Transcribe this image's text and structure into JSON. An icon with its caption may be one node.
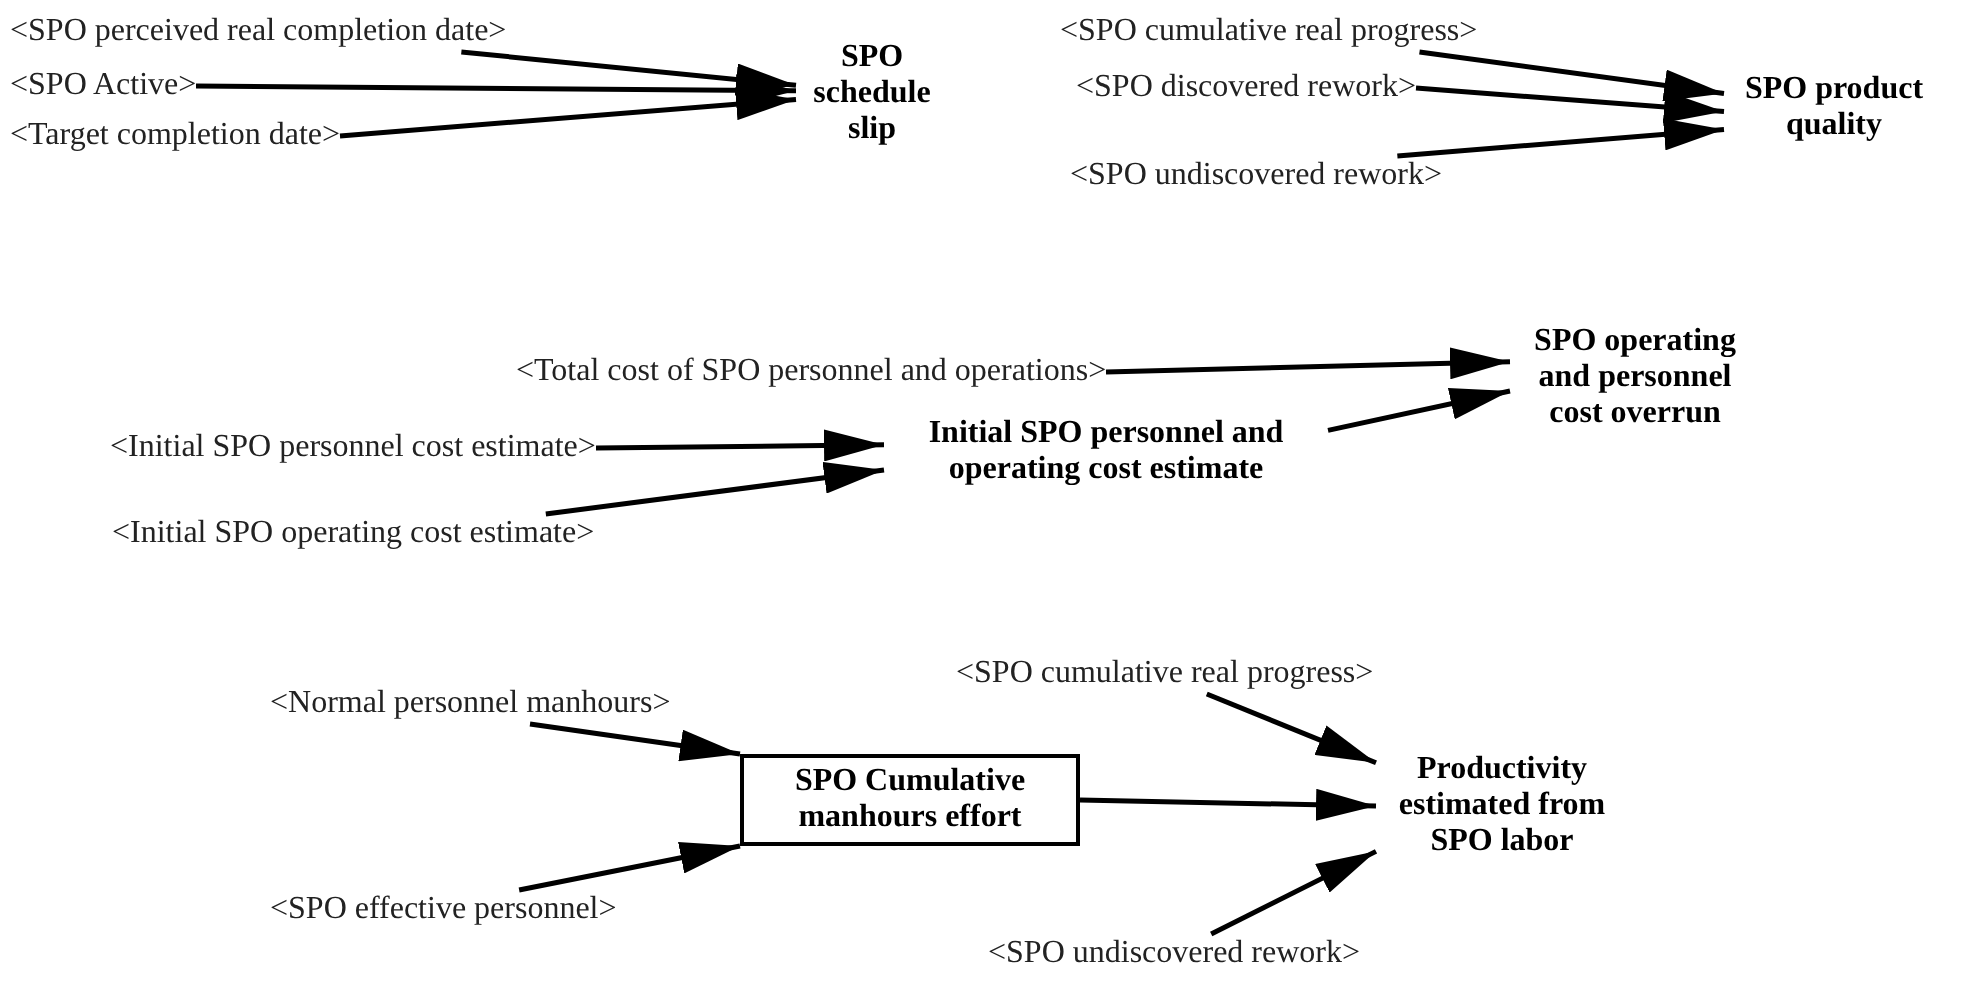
{
  "diagram": {
    "nodes": [
      {
        "text": [
          "<SPO perceived real completion date>"
        ]
      },
      {
        "text": [
          "<SPO Active>"
        ]
      },
      {
        "text": [
          "<Target completion date>"
        ]
      },
      {
        "text": [
          "SPO schedule slip"
        ]
      },
      {
        "text": [
          "<SPO cumulative real progress>"
        ]
      },
      {
        "text": [
          "<SPO discovered rework>"
        ]
      },
      {
        "text": [
          "<SPO undiscovered rework>"
        ]
      },
      {
        "text": [
          "SPO product quality"
        ]
      },
      {
        "text": [
          "<Total cost of SPO personnel and operations>"
        ]
      },
      {
        "text": [
          "<Initial SPO personnel cost estimate>"
        ]
      },
      {
        "text": [
          "<Initial SPO operating cost estimate>"
        ]
      },
      {
        "text": [
          "Initial SPO personnel and operating cost estimate"
        ]
      },
      {
        "text": [
          "SPO operating and personnel cost overrun"
        ]
      },
      {
        "text": [
          "<Normal personnel manhours>"
        ]
      },
      {
        "text": [
          "<SPO effective personnel>"
        ]
      },
      {
        "text": [
          "SPO Cumulative manhours effort"
        ]
      },
      {
        "text": [
          "<SPO cumulative real progress>"
        ]
      },
      {
        "text": [
          "Productivity estimated from SPO labor"
        ]
      },
      {
        "text": [
          "<SPO undiscovered rework>"
        ]
      }
    ],
    "edges": [
      {
        "from": 0,
        "to": 3,
        "arrow": "to"
      },
      {
        "from": 1,
        "to": 3,
        "arrow": "to"
      },
      {
        "from": 2,
        "to": 3,
        "arrow": "to"
      },
      {
        "from": 4,
        "to": 7,
        "arrow": "to"
      },
      {
        "from": 5,
        "to": 7,
        "arrow": "to"
      },
      {
        "from": 6,
        "to": 7,
        "arrow": "to"
      },
      {
        "from": 8,
        "to": 12,
        "arrow": "to"
      },
      {
        "from": 9,
        "to": 11,
        "arrow": "to"
      },
      {
        "from": 10,
        "to": 11,
        "arrow": "to"
      },
      {
        "from": 11,
        "to": 12,
        "arrow": "to"
      },
      {
        "from": 13,
        "to": 15,
        "arrow": "to"
      },
      {
        "from": 14,
        "to": 15,
        "arrow": "to"
      },
      {
        "from": 15,
        "to": 17,
        "arrow": "to"
      },
      {
        "from": 16,
        "to": 17,
        "arrow": "to"
      },
      {
        "from": 18,
        "to": 17,
        "arrow": "to"
      }
    ]
  }
}
